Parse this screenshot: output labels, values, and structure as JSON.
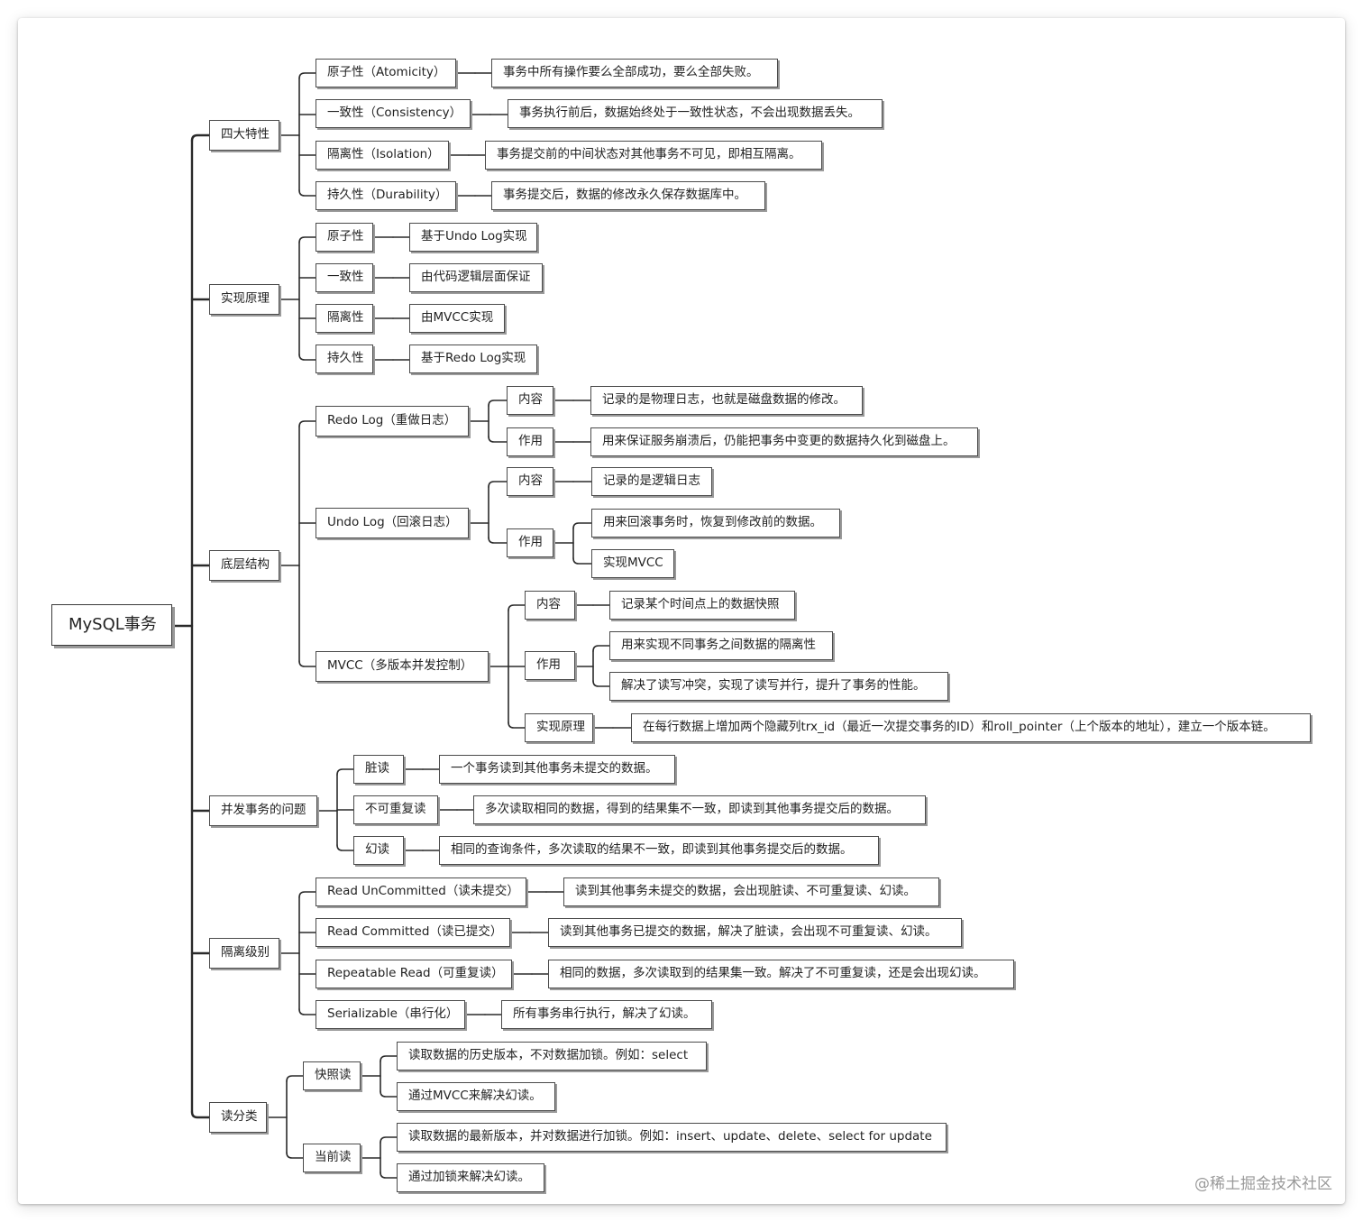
{
  "tree": {
    "label": "MySQL事务",
    "children": [
      {
        "label": "四大特性",
        "children": [
          {
            "label": "原子性（Atomicity）",
            "children": [
              {
                "label": "事务中所有操作要么全部成功，要么全部失败。"
              }
            ]
          },
          {
            "label": "一致性（Consistency）",
            "children": [
              {
                "label": "事务执行前后，数据始终处于一致性状态，不会出现数据丢失。"
              }
            ]
          },
          {
            "label": "隔离性（Isolation）",
            "children": [
              {
                "label": "事务提交前的中间状态对其他事务不可见，即相互隔离。"
              }
            ]
          },
          {
            "label": "持久性（Durability）",
            "children": [
              {
                "label": "事务提交后，数据的修改永久保存数据库中。"
              }
            ]
          }
        ]
      },
      {
        "label": "实现原理",
        "children": [
          {
            "label": "原子性",
            "children": [
              {
                "label": "基于Undo Log实现"
              }
            ]
          },
          {
            "label": "一致性",
            "children": [
              {
                "label": "由代码逻辑层面保证"
              }
            ]
          },
          {
            "label": "隔离性",
            "children": [
              {
                "label": "由MVCC实现"
              }
            ]
          },
          {
            "label": "持久性",
            "children": [
              {
                "label": "基于Redo Log实现"
              }
            ]
          }
        ]
      },
      {
        "label": "底层结构",
        "children": [
          {
            "label": "Redo Log（重做日志）",
            "children": [
              {
                "label": "内容",
                "children": [
                  {
                    "label": "记录的是物理日志，也就是磁盘数据的修改。"
                  }
                ]
              },
              {
                "label": "作用",
                "children": [
                  {
                    "label": "用来保证服务崩溃后，仍能把事务中变更的数据持久化到磁盘上。"
                  }
                ]
              }
            ]
          },
          {
            "label": "Undo Log（回滚日志）",
            "children": [
              {
                "label": "内容",
                "children": [
                  {
                    "label": "记录的是逻辑日志"
                  }
                ]
              },
              {
                "label": "作用",
                "children": [
                  {
                    "label": "用来回滚事务时，恢复到修改前的数据。"
                  },
                  {
                    "label": "实现MVCC"
                  }
                ]
              }
            ]
          },
          {
            "label": "MVCC（多版本并发控制）",
            "children": [
              {
                "label": "内容",
                "children": [
                  {
                    "label": "记录某个时间点上的数据快照"
                  }
                ]
              },
              {
                "label": "作用",
                "children": [
                  {
                    "label": "用来实现不同事务之间数据的隔离性"
                  },
                  {
                    "label": "解决了读写冲突，实现了读写并行，提升了事务的性能。"
                  }
                ]
              },
              {
                "label": "实现原理",
                "children": [
                  {
                    "label": "在每行数据上增加两个隐藏列trx_id（最近一次提交事务的ID）和roll_pointer（上个版本的地址），建立一个版本链。"
                  }
                ]
              }
            ]
          }
        ]
      },
      {
        "label": "并发事务的问题",
        "children": [
          {
            "label": "脏读",
            "children": [
              {
                "label": "一个事务读到其他事务未提交的数据。"
              }
            ]
          },
          {
            "label": "不可重复读",
            "children": [
              {
                "label": "多次读取相同的数据，得到的结果集不一致，即读到其他事务提交后的数据。"
              }
            ]
          },
          {
            "label": "幻读",
            "children": [
              {
                "label": "相同的查询条件，多次读取的结果不一致，即读到其他事务提交后的数据。"
              }
            ]
          }
        ]
      },
      {
        "label": "隔离级别",
        "children": [
          {
            "label": "Read UnCommitted（读未提交）",
            "children": [
              {
                "label": "读到其他事务未提交的数据，会出现脏读、不可重复读、幻读。"
              }
            ]
          },
          {
            "label": "Read Committed（读已提交）",
            "children": [
              {
                "label": "读到其他事务已提交的数据，解决了脏读，会出现不可重复读、幻读。"
              }
            ]
          },
          {
            "label": "Repeatable Read（可重复读）",
            "children": [
              {
                "label": "相同的数据，多次读取到的结果集一致。解决了不可重复读，还是会出现幻读。"
              }
            ]
          },
          {
            "label": "Serializable（串行化）",
            "children": [
              {
                "label": "所有事务串行执行，解决了幻读。"
              }
            ]
          }
        ]
      },
      {
        "label": "读分类",
        "children": [
          {
            "label": "快照读",
            "children": [
              {
                "label": "读取数据的历史版本，不对数据加锁。例如：select"
              },
              {
                "label": "通过MVCC来解决幻读。"
              }
            ]
          },
          {
            "label": "当前读",
            "children": [
              {
                "label": "读取数据的最新版本，并对数据进行加锁。例如：insert、update、delete、select for update"
              },
              {
                "label": "通过加锁来解决幻读。"
              }
            ]
          }
        ]
      }
    ]
  },
  "watermark": "@稀土掘金技术社区"
}
